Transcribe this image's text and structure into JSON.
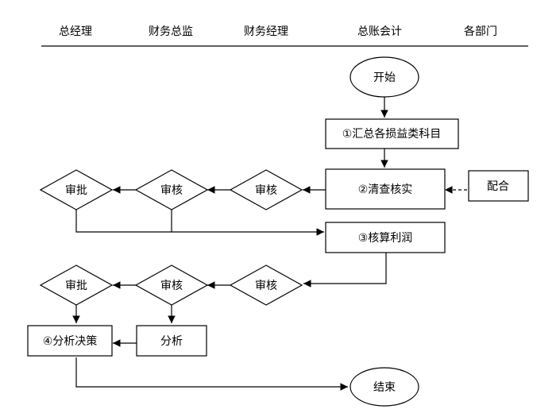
{
  "header": {
    "columns": [
      "总经理",
      "财务总监",
      "财务经理",
      "总账会计",
      "各部门"
    ]
  },
  "nodes": {
    "start": "开始",
    "step1": "①汇总各损益类科目",
    "step2": "②清查核实",
    "cooperate": "配合",
    "review_mgr_1": "审核",
    "review_dir_1": "审核",
    "approve_gm_1": "审批",
    "step3": "③核算利润",
    "review_mgr_2": "审核",
    "review_dir_2": "审核",
    "approve_gm_2": "审批",
    "analysis": "分析",
    "step4": "④分析决策",
    "end": "结束"
  }
}
